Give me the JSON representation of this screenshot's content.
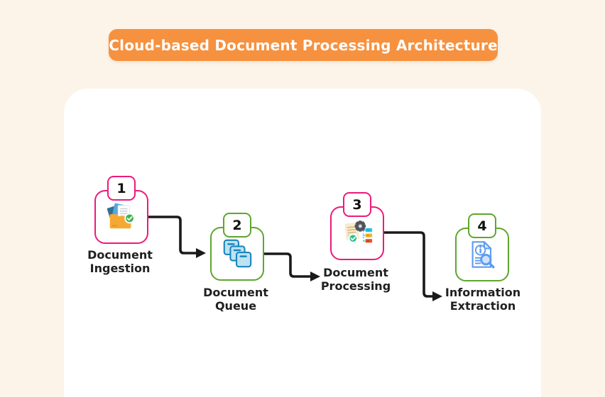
{
  "page": {
    "background": "#FCF4E8",
    "card_background": "#FFFFFF"
  },
  "banner": {
    "title": "Cloud-based Document Processing Architecture",
    "bg": "#F6913F",
    "text_color": "#FFFFFF"
  },
  "arrows": {
    "color": "#1A1A1A"
  },
  "steps": [
    {
      "number": "1",
      "lines": [
        "Document",
        "Ingestion"
      ],
      "accent": "#EC1A7B",
      "icon": "folder-documents-icon"
    },
    {
      "number": "2",
      "lines": [
        "Document",
        "Queue"
      ],
      "accent": "#5EA62E",
      "icon": "queue-stack-icon"
    },
    {
      "number": "3",
      "lines": [
        "Document",
        "Processing"
      ],
      "accent": "#EC1A7B",
      "icon": "document-gear-icon"
    },
    {
      "number": "4",
      "lines": [
        "Information",
        "Extraction"
      ],
      "accent": "#5EA62E",
      "icon": "document-magnifier-icon"
    }
  ]
}
